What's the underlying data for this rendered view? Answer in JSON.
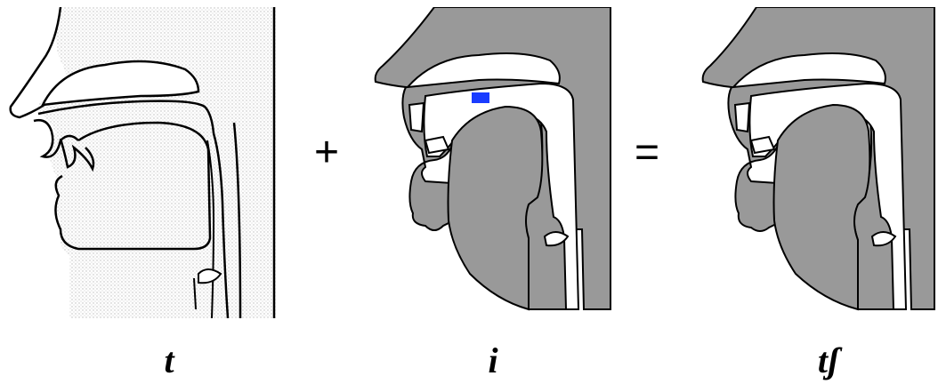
{
  "operators": {
    "plus": "+",
    "equals": "="
  },
  "captions": {
    "t": "t",
    "i": "i",
    "tsh": "tʃ"
  },
  "colors": {
    "tract_fill": "#999999",
    "stipple": "#dcdcdc",
    "outline": "#000000",
    "highlight": "#1a3cff",
    "background": "#ffffff"
  }
}
